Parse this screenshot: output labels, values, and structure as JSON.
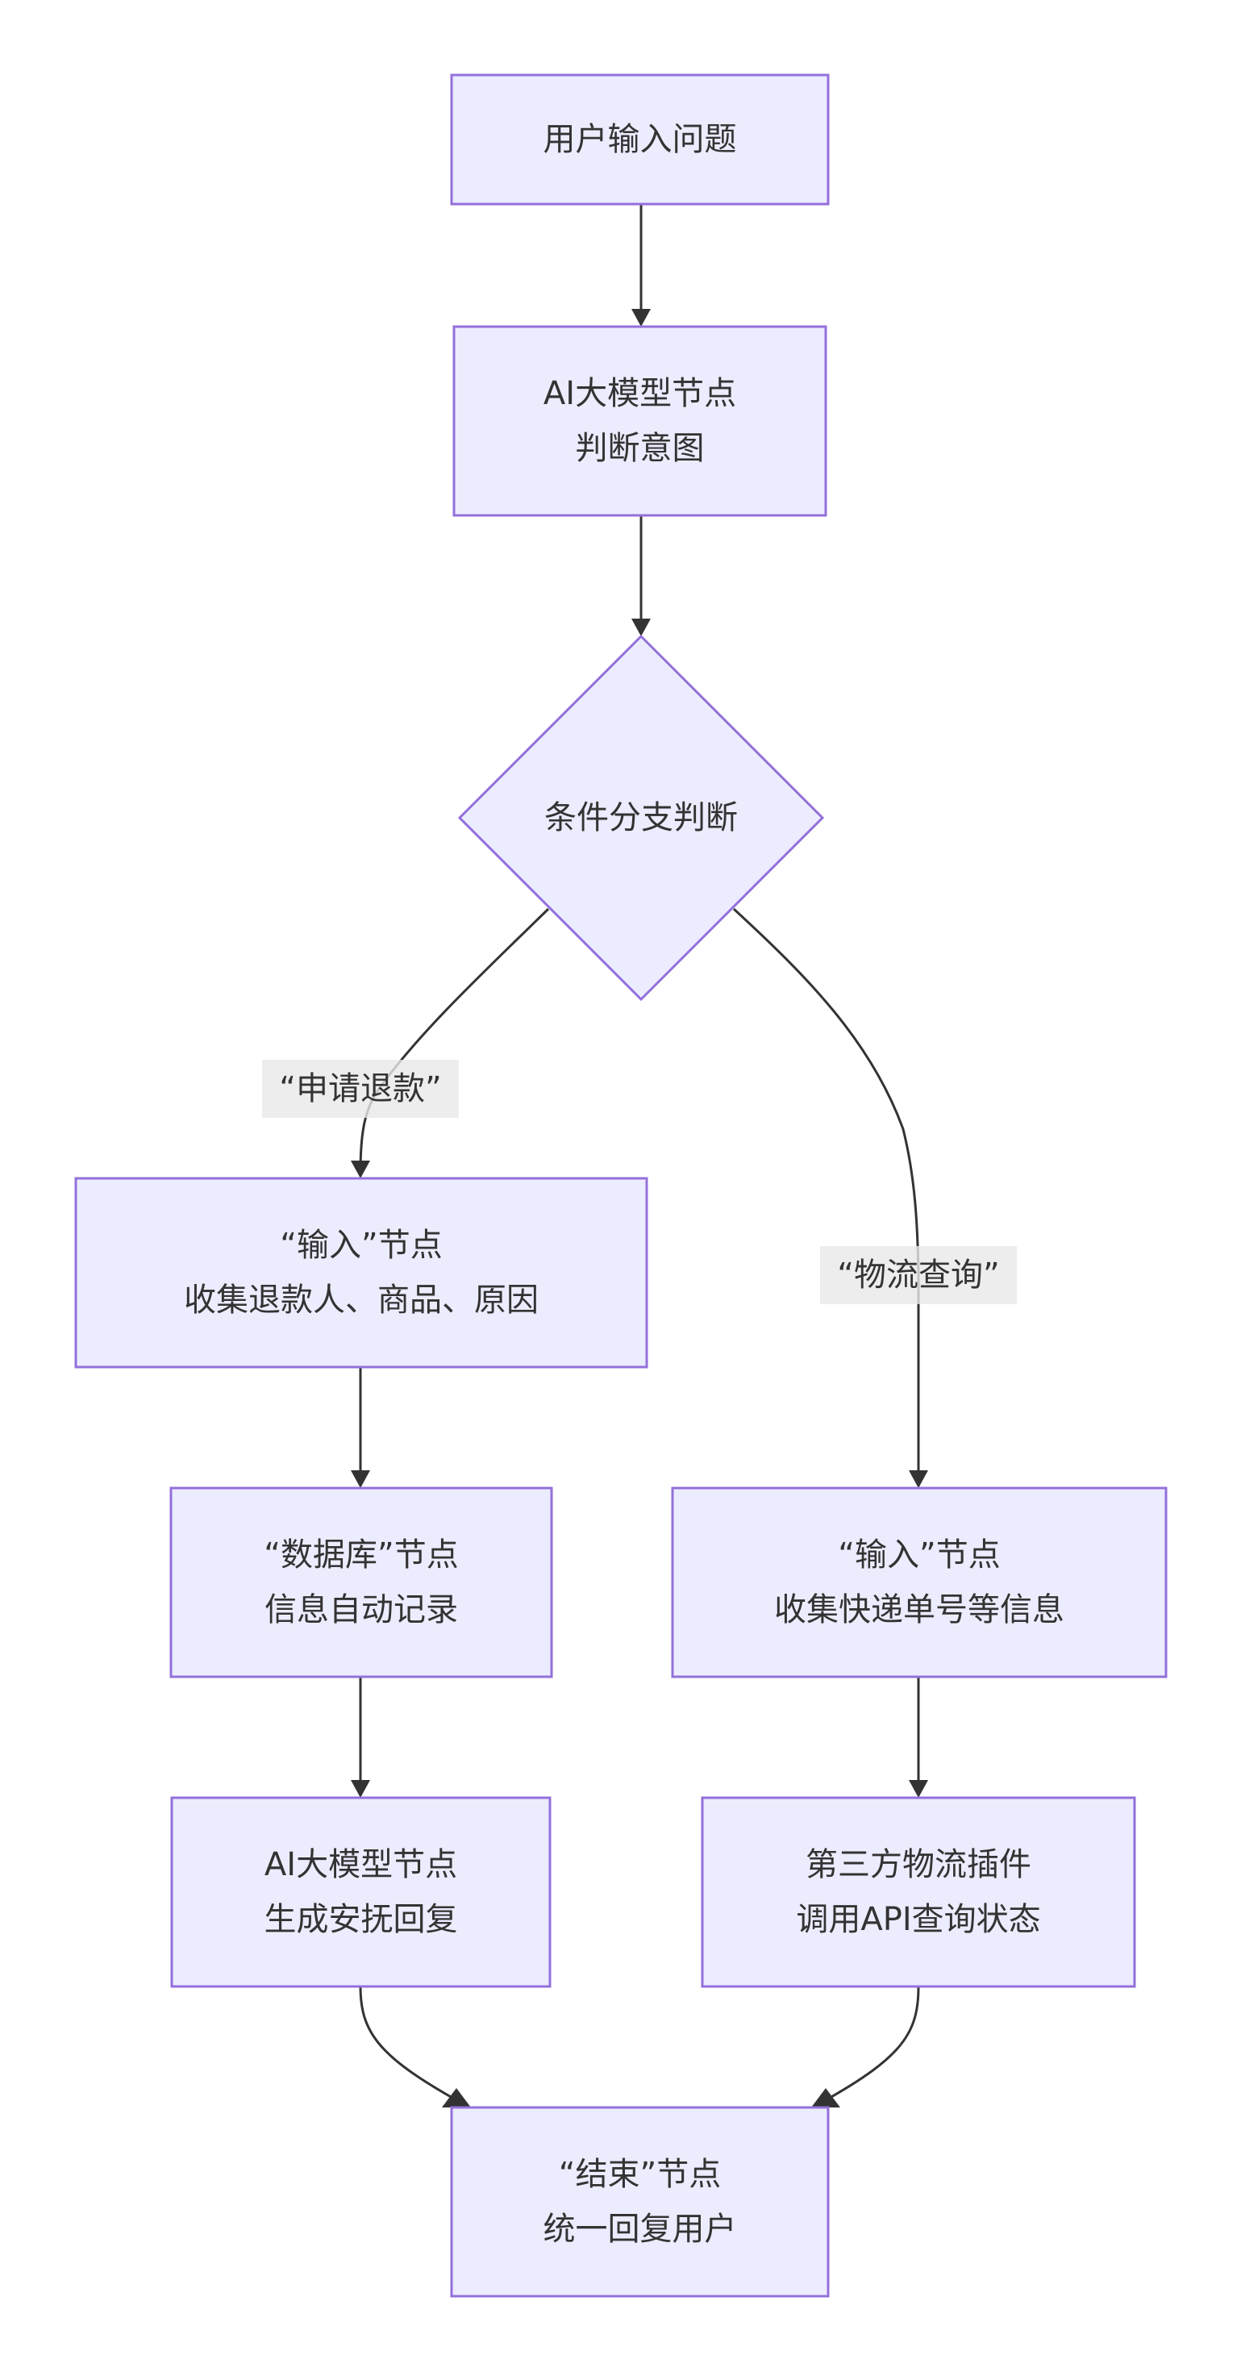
{
  "diagram": {
    "type": "flowchart",
    "direction": "top-down",
    "colors": {
      "node_fill": "#ECECFF",
      "node_stroke": "#9370DB",
      "edge": "#333333",
      "text": "#333333",
      "edge_label_bg": "#E8E8E8"
    },
    "nodes": [
      {
        "id": "start",
        "shape": "rect",
        "lines": [
          "用户输入问题"
        ]
      },
      {
        "id": "ai_intent",
        "shape": "rect",
        "lines": [
          "AI大模型节点",
          "判断意图"
        ]
      },
      {
        "id": "branch",
        "shape": "diamond",
        "lines": [
          "条件分支判断"
        ]
      },
      {
        "id": "refund_input",
        "shape": "rect",
        "lines": [
          "“输入”节点",
          "收集退款人、商品、原因"
        ]
      },
      {
        "id": "db",
        "shape": "rect",
        "lines": [
          "“数据库”节点",
          "信息自动记录"
        ]
      },
      {
        "id": "ai_reply",
        "shape": "rect",
        "lines": [
          "AI大模型节点",
          "生成安抚回复"
        ]
      },
      {
        "id": "logistics_input",
        "shape": "rect",
        "lines": [
          "“输入”节点",
          "收集快递单号等信息"
        ]
      },
      {
        "id": "logistics_plugin",
        "shape": "rect",
        "lines": [
          "第三方物流插件",
          "调用API查询状态"
        ]
      },
      {
        "id": "end",
        "shape": "rect",
        "lines": [
          "“结束”节点",
          "统一回复用户"
        ]
      }
    ],
    "edges": [
      {
        "from": "start",
        "to": "ai_intent",
        "label": ""
      },
      {
        "from": "ai_intent",
        "to": "branch",
        "label": ""
      },
      {
        "from": "branch",
        "to": "refund_input",
        "label": "“申请退款”"
      },
      {
        "from": "branch",
        "to": "logistics_input",
        "label": "“物流查询”"
      },
      {
        "from": "refund_input",
        "to": "db",
        "label": ""
      },
      {
        "from": "db",
        "to": "ai_reply",
        "label": ""
      },
      {
        "from": "logistics_input",
        "to": "logistics_plugin",
        "label": ""
      },
      {
        "from": "ai_reply",
        "to": "end",
        "label": ""
      },
      {
        "from": "logistics_plugin",
        "to": "end",
        "label": ""
      }
    ]
  }
}
